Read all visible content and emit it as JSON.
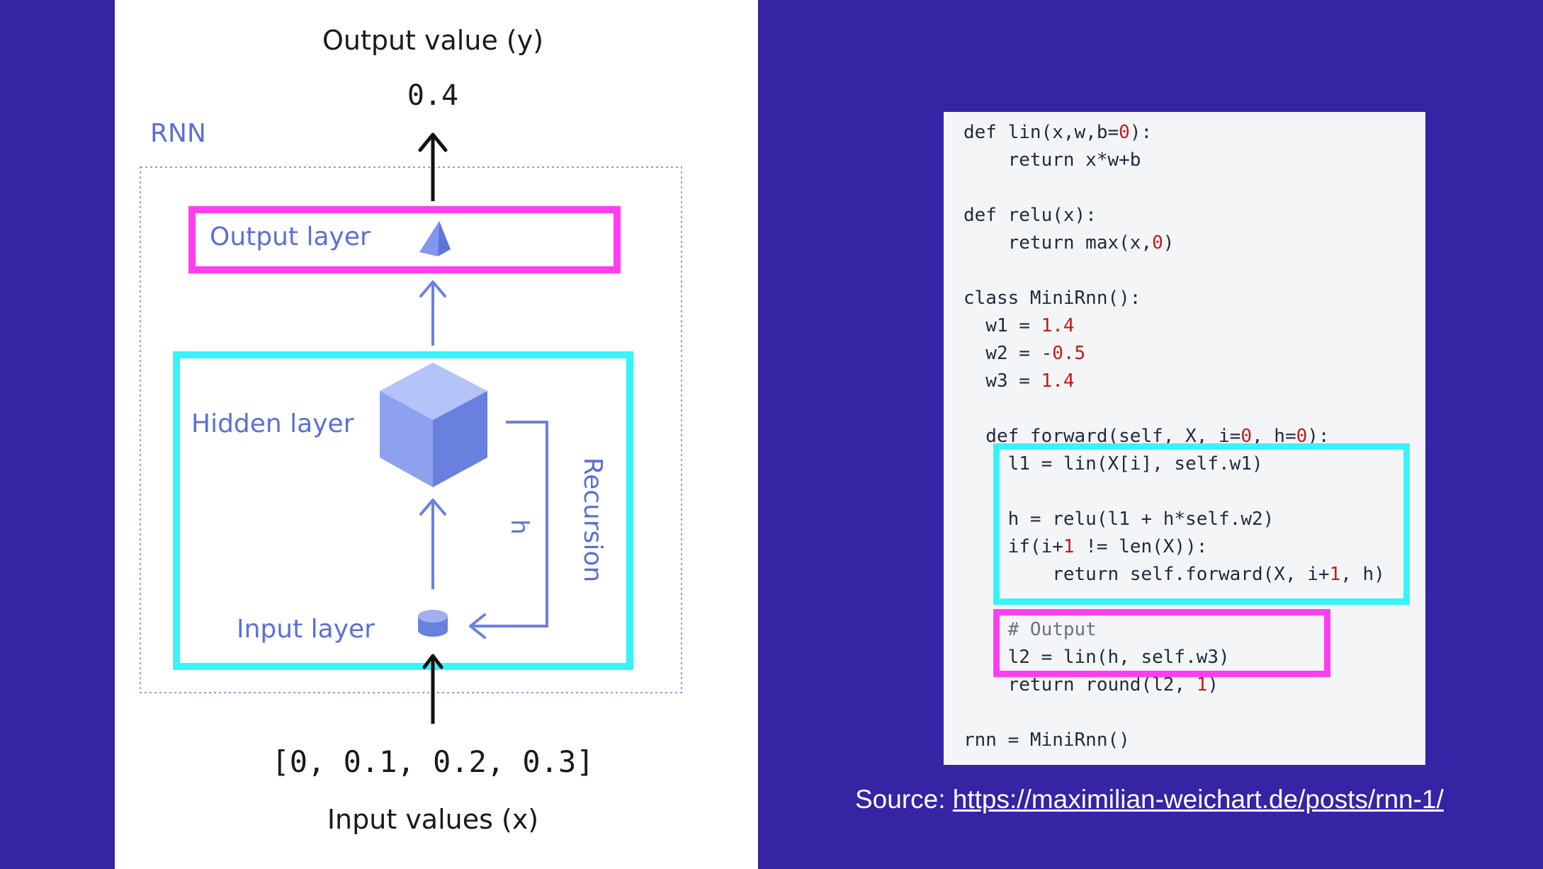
{
  "diagram": {
    "output_title": "Output value (y)",
    "output_value": "0.4",
    "rnn_label": "RNN",
    "output_layer_label": "Output layer",
    "hidden_layer_label": "Hidden layer",
    "input_layer_label": "Input layer",
    "recursion_label": "Recursion",
    "h_label": "h",
    "input_values": "[0, 0.1, 0.2, 0.3]",
    "input_title": "Input values (x)"
  },
  "code": {
    "lines": [
      [
        {
          "t": "def lin(x,w,b="
        },
        {
          "t": "0",
          "c": "num"
        },
        {
          "t": "):"
        }
      ],
      [
        {
          "t": "    return x*w+b"
        }
      ],
      [],
      [
        {
          "t": "def relu(x):"
        }
      ],
      [
        {
          "t": "    return max(x,"
        },
        {
          "t": "0",
          "c": "num"
        },
        {
          "t": ")"
        }
      ],
      [],
      [
        {
          "t": "class MiniRnn():"
        }
      ],
      [
        {
          "t": "  w1 = "
        },
        {
          "t": "1.4",
          "c": "num"
        }
      ],
      [
        {
          "t": "  w2 = -"
        },
        {
          "t": "0.5",
          "c": "num"
        }
      ],
      [
        {
          "t": "  w3 = "
        },
        {
          "t": "1.4",
          "c": "num"
        }
      ],
      [],
      [
        {
          "t": "  def forward(self, X, i="
        },
        {
          "t": "0",
          "c": "num"
        },
        {
          "t": ", h="
        },
        {
          "t": "0",
          "c": "num"
        },
        {
          "t": "):"
        }
      ],
      [
        {
          "t": "    l1 = lin(X[i], self.w1)"
        }
      ],
      [],
      [
        {
          "t": "    h = relu(l1 + h*self.w2)"
        }
      ],
      [
        {
          "t": "    if(i+"
        },
        {
          "t": "1",
          "c": "num"
        },
        {
          "t": " != len(X)):"
        }
      ],
      [
        {
          "t": "        return self.forward(X, i+"
        },
        {
          "t": "1",
          "c": "num"
        },
        {
          "t": ", h)"
        }
      ],
      [],
      [
        {
          "t": "    # Output",
          "c": "cm"
        }
      ],
      [
        {
          "t": "    l2 = lin(h, self.w3)"
        }
      ],
      [
        {
          "t": "    return round(l2, "
        },
        {
          "t": "1",
          "c": "num"
        },
        {
          "t": ")"
        }
      ],
      [],
      [
        {
          "t": "rnn = MiniRnn()"
        }
      ]
    ]
  },
  "source": {
    "prefix": "Source: ",
    "link_text": "https://maximilian-weichart.de/posts/rnn-1/"
  }
}
